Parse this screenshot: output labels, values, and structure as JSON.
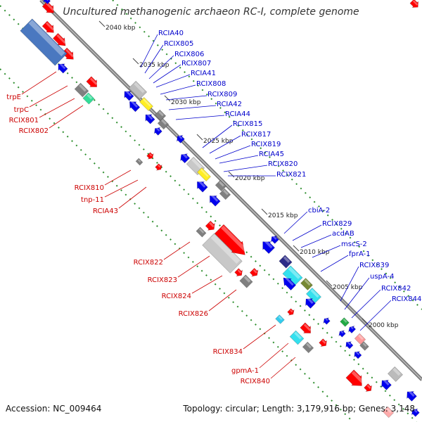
{
  "title": "Uncultured methanogenic archaeon RC-I, complete genome",
  "accession": "Accession: NC_009464",
  "topology": "Topology: circular; Length: 3,179,916 bp; Genes: 3,148",
  "colors": {
    "backbone": "#8a8a8a",
    "guide": "#2f8f2f",
    "forward_gene": "#ff0000",
    "reverse_gene": "#0000ee",
    "other_gene": "#808080",
    "label_forward": "#cc0000",
    "label_reverse": "#0000cc"
  },
  "kbp_ticks": [
    "2040 kbp",
    "2035 kbp",
    "2030 kbp",
    "2025 kbp",
    "2020 kbp",
    "2015 kbp",
    "2010 kbp",
    "2005 kbp",
    "2000 kbp"
  ],
  "labels_right": [
    "RCIA40",
    "RCIX805",
    "RCIX806",
    "RCIX807",
    "RCIA41",
    "RCIX808",
    "RCIX809",
    "RCIA42",
    "RCIA44",
    "RCIX815",
    "RCIX817",
    "RCIX819",
    "RCIA45",
    "RCIX820",
    "RCIX821",
    "cbiA-2",
    "RCIX829",
    "acdAB",
    "mscS-2",
    "fprA-1",
    "RCIX839",
    "uspA-4",
    "RCIX842",
    "RCIX844"
  ],
  "labels_left": [
    "trpE",
    "trpC",
    "RCIX801",
    "RCIX802",
    "RCIX810",
    "tnp-11",
    "RCIA43",
    "RCIX822",
    "RCIX823",
    "RCIX824",
    "RCIX826",
    "RCIX834",
    "gpmA-1",
    "RCIX840"
  ]
}
